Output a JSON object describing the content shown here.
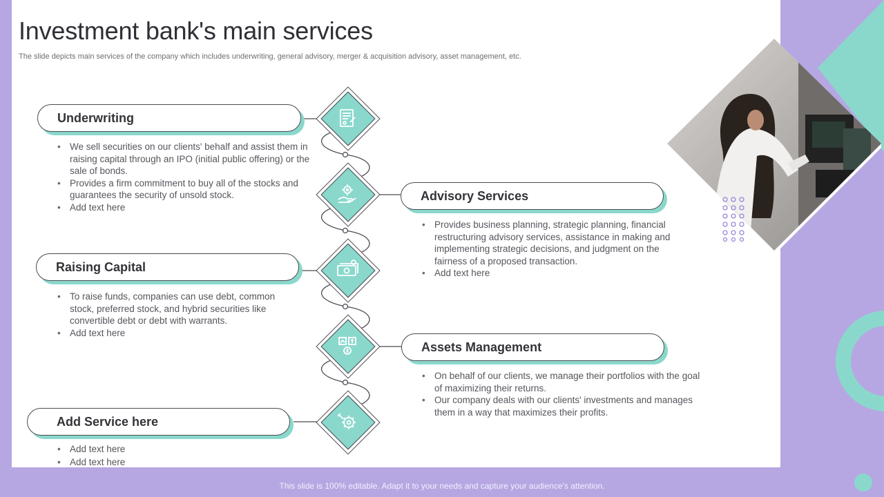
{
  "title": "Investment bank's main services",
  "subtitle": "The slide depicts main services of the company which includes underwriting, general advisory, merger & acquisition advisory, asset management, etc.",
  "services": [
    {
      "name": "Underwriting",
      "icon": "document-certificate-icon",
      "bullets": [
        "We sell securities on our clients' behalf and assist them in raising capital through an IPO (initial public offering) or the sale of bonds.",
        "Provides a firm commitment to buy all of the  stocks and guarantees the security of unsold stock.",
        "Add text here"
      ]
    },
    {
      "name": "Advisory Services",
      "icon": "hand-gear-icon",
      "bullets": [
        "Provides business planning, strategic planning, financial restructuring advisory services, assistance in making and implementing strategic decisions, and judgment on the fairness of a proposed transaction.",
        "Add text here"
      ]
    },
    {
      "name": "Raising Capital",
      "icon": "money-bills-icon",
      "bullets": [
        "To raise funds, companies can use debt, common stock, preferred  stock, and hybrid securities like convertible debt or debt  with warrants.",
        "Add text here"
      ]
    },
    {
      "name": "Assets Management",
      "icon": "chart-dollar-icon",
      "bullets": [
        "On behalf of our clients, we manage their portfolios with the goal of maximizing their returns.",
        "Our company deals with our clients' investments and manages them in a way that maximizes their profits."
      ]
    },
    {
      "name": "Add Service here",
      "icon": "gear-wrench-icon",
      "bullets": [
        "Add text here",
        "Add text here"
      ]
    }
  ],
  "footer": "This slide is 100% editable.  Adapt it to your needs and capture your audience's  attention.",
  "colors": {
    "accent": "#8ad8cc",
    "background": "#b6a7e2",
    "dots": "#9b86d8"
  }
}
